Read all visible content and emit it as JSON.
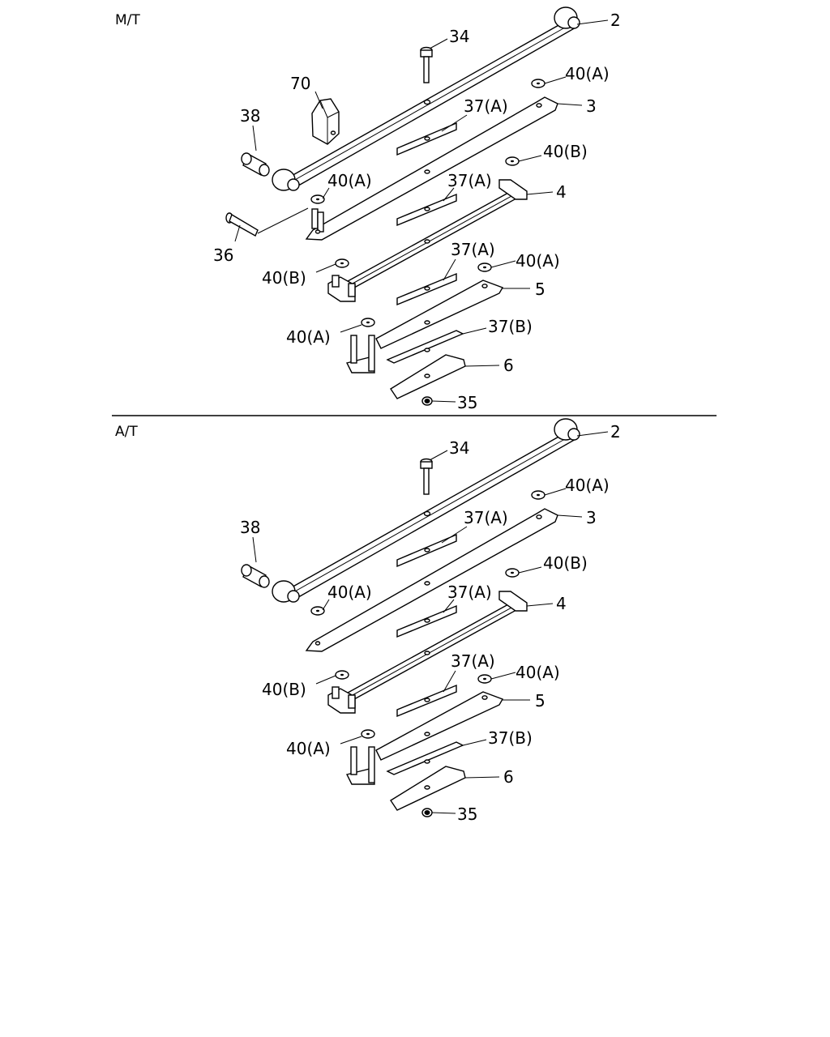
{
  "sections": [
    {
      "title": "M/T",
      "labels": {
        "l2": "2",
        "l34": "34",
        "l70": "70",
        "l38": "38",
        "l40A_1": "40(A)",
        "l37A_1": "37(A)",
        "l3": "3",
        "l40B_1": "40(B)",
        "l40A_2": "40(A)",
        "l37A_2": "37(A)",
        "l4": "4",
        "l36": "36",
        "l40B_2": "40(B)",
        "l37A_3": "37(A)",
        "l40A_3": "40(A)",
        "l5": "5",
        "l40A_4": "40(A)",
        "l37B": "37(B)",
        "l6": "6",
        "l35": "35"
      }
    },
    {
      "title": "A/T",
      "labels": {
        "l2": "2",
        "l34": "34",
        "l38": "38",
        "l40A_1": "40(A)",
        "l37A_1": "37(A)",
        "l3": "3",
        "l40B_1": "40(B)",
        "l40A_2": "40(A)",
        "l37A_2": "37(A)",
        "l4": "4",
        "l40B_2": "40(B)",
        "l37A_3": "37(A)",
        "l40A_3": "40(A)",
        "l5": "5",
        "l40A_4": "40(A)",
        "l37B": "37(B)",
        "l6": "6",
        "l35": "35"
      }
    }
  ]
}
